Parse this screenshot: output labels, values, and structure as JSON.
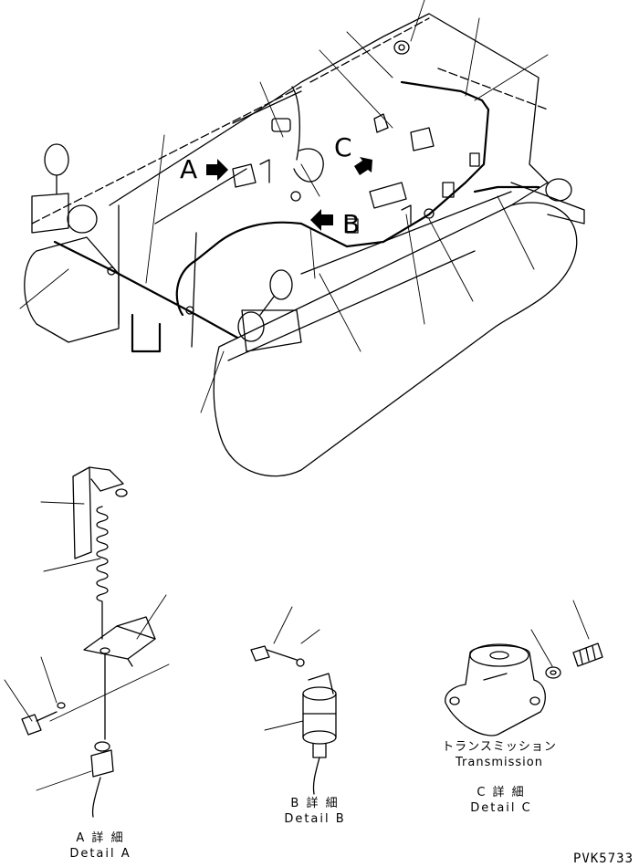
{
  "markers": {
    "a": "A",
    "b": "B",
    "c": "C"
  },
  "detail_a": {
    "jp": "A 詳 細",
    "en": "Detail A"
  },
  "detail_b": {
    "jp": "B 詳 細",
    "en": "Detail B"
  },
  "detail_c": {
    "jp": "C 詳 細",
    "en": "Detail C"
  },
  "transmission": {
    "jp": "トランスミッション",
    "en": "Transmission"
  },
  "drawing_code": "PVK5733"
}
